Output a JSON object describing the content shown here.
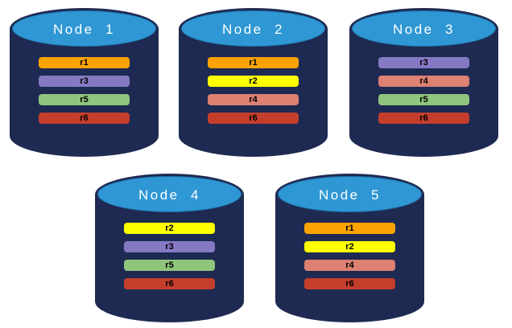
{
  "colors": {
    "cylinder_body": "#1E2A52",
    "cylinder_cap": "#2E97D4",
    "cylinder_cap_border": "#1E6FA6",
    "node_label_text": "#FFFFFF",
    "replica_label_text": "#000000",
    "replicas": {
      "r1": "#FCA303",
      "r2": "#FFFF00",
      "r3": "#8679C4",
      "r4": "#DD8173",
      "r5": "#8FC57C",
      "r6": "#C53E2C"
    }
  },
  "nodes": [
    {
      "label": "Node  1",
      "replicas": [
        "r1",
        "r3",
        "r5",
        "r6"
      ]
    },
    {
      "label": "Node  2",
      "replicas": [
        "r1",
        "r2",
        "r4",
        "r6"
      ]
    },
    {
      "label": "Node  3",
      "replicas": [
        "r3",
        "r4",
        "r5",
        "r6"
      ]
    },
    {
      "label": "Node  4",
      "replicas": [
        "r2",
        "r3",
        "r5",
        "r6"
      ]
    },
    {
      "label": "Node  5",
      "replicas": [
        "r1",
        "r2",
        "r4",
        "r6"
      ]
    }
  ]
}
